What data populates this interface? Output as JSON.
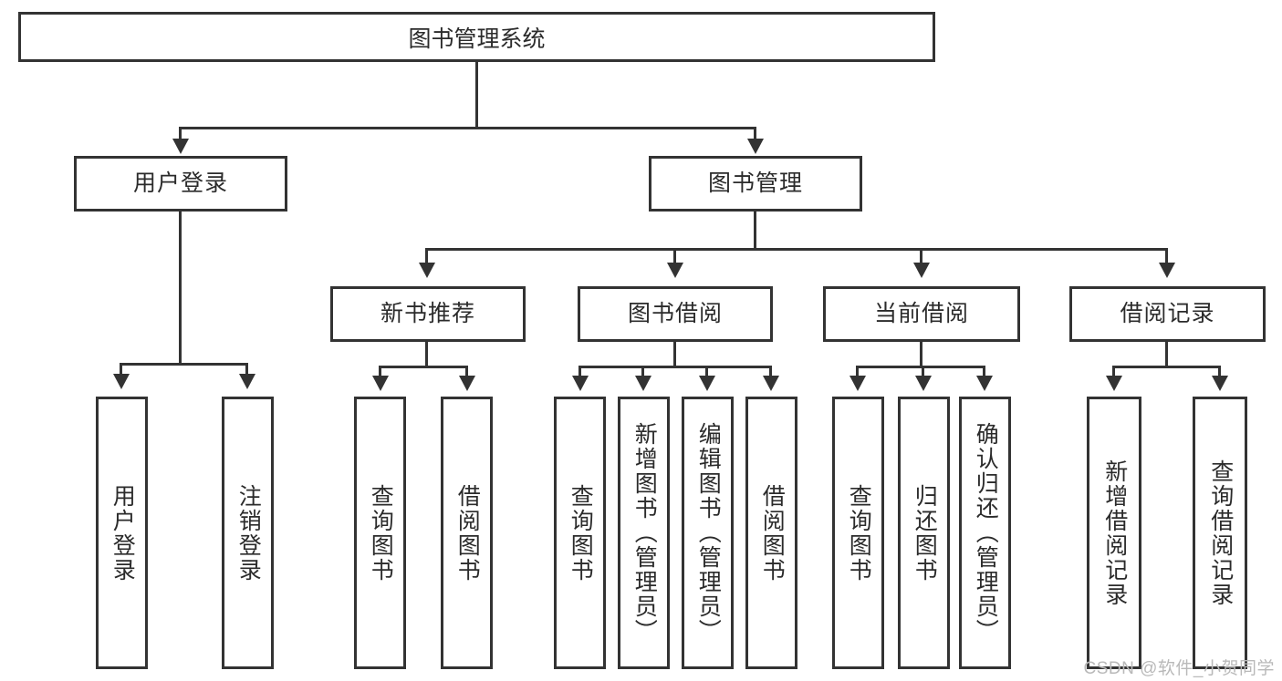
{
  "diagram": {
    "title": "图书管理系统",
    "type": "hierarchy-tree",
    "root": {
      "label": "图书管理系统"
    },
    "level2": [
      {
        "label": "用户登录"
      },
      {
        "label": "图书管理"
      }
    ],
    "level3": [
      {
        "label": "新书推荐"
      },
      {
        "label": "图书借阅"
      },
      {
        "label": "当前借阅"
      },
      {
        "label": "借阅记录"
      }
    ],
    "leaves": {
      "user_login": [
        {
          "label": "用户登录"
        },
        {
          "label": "注销登录"
        }
      ],
      "new_book_recommend": [
        {
          "label": "查询图书"
        },
        {
          "label": "借阅图书"
        }
      ],
      "book_borrow": [
        {
          "label": "查询图书"
        },
        {
          "label": "新增图书（管理员）"
        },
        {
          "label": "编辑图书（管理员）"
        },
        {
          "label": "借阅图书"
        }
      ],
      "current_borrow": [
        {
          "label": "查询图书"
        },
        {
          "label": "归还图书"
        },
        {
          "label": "确认归还（管理员）"
        }
      ],
      "borrow_record": [
        {
          "label": "新增借阅记录"
        },
        {
          "label": "查询借阅记录"
        }
      ]
    }
  },
  "watermark": {
    "text": "CSDN @软件_小贺同学"
  },
  "colors": {
    "stroke": "#333333",
    "text": "#2b2b2b",
    "background": "#ffffff",
    "watermark": "#b9b9b9"
  }
}
